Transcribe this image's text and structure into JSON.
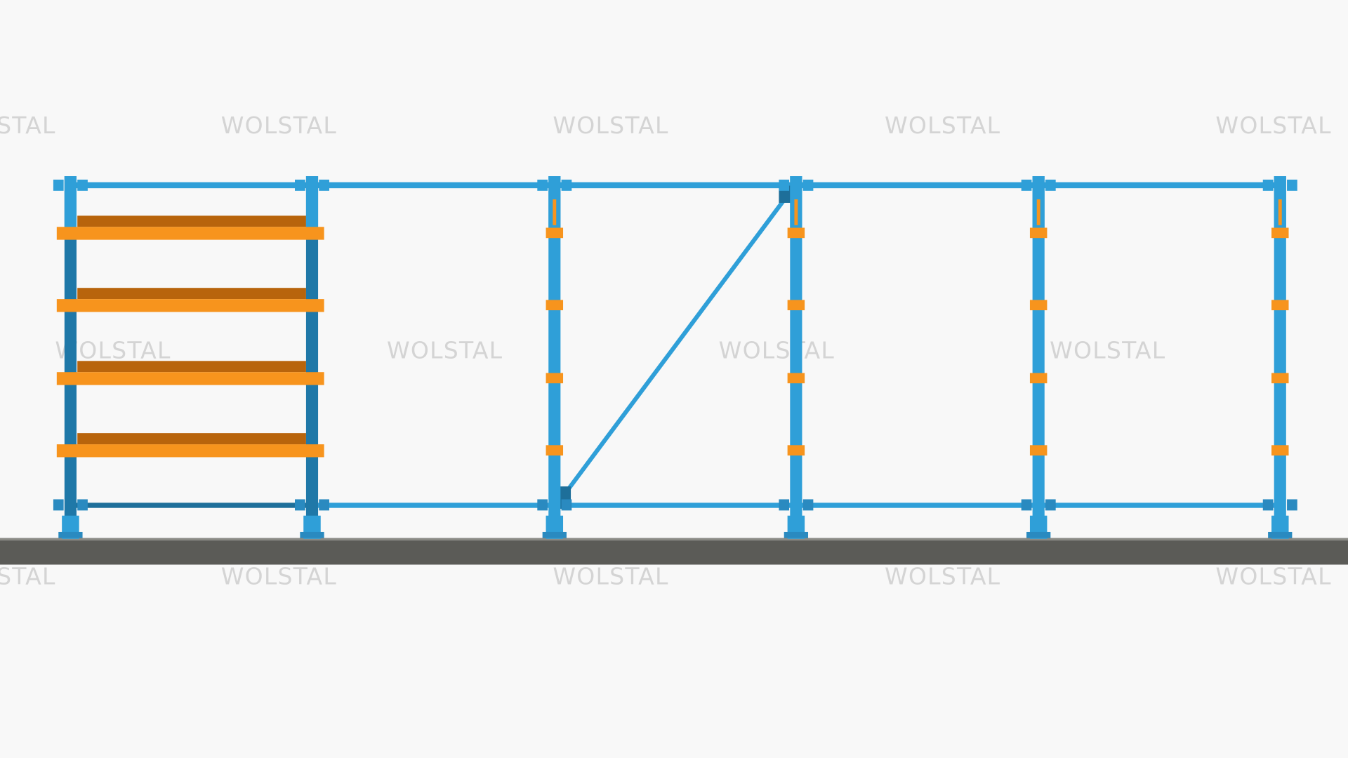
{
  "scene": {
    "subject": "cantilever-rack",
    "watermark_text": "WOLSTAL",
    "colors": {
      "background": "#f8f8f8",
      "upright": "#2f9fd8",
      "upright_dark": "#1e6f9a",
      "arm": "#f7941d",
      "arm_back": "#b8640c",
      "floor": "#5b5b57",
      "watermark": "#d4d4d4"
    },
    "bays": 5,
    "arm_levels": 4
  }
}
